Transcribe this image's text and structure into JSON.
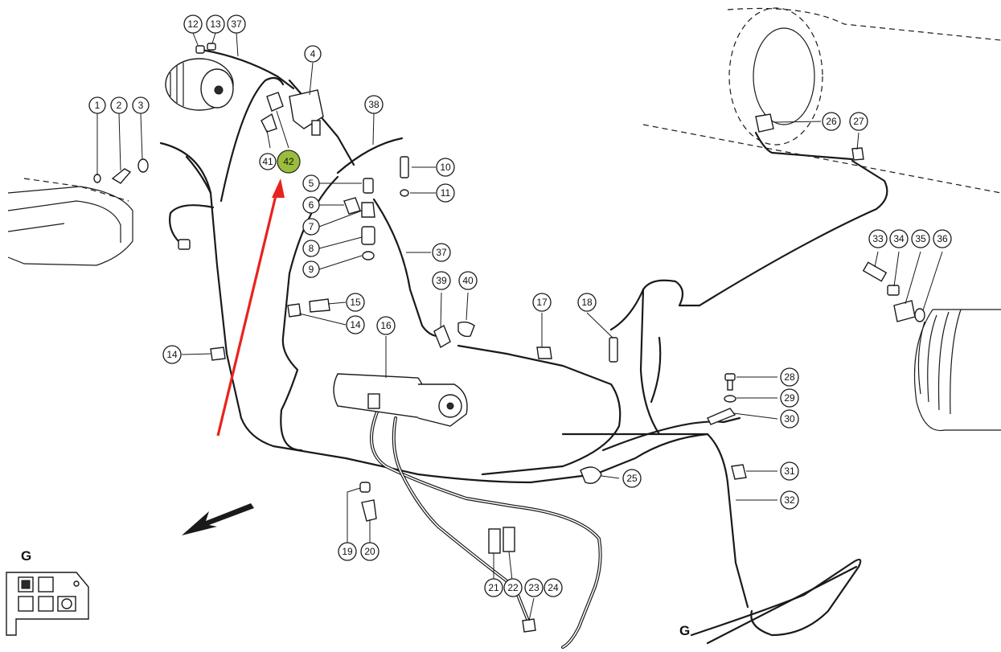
{
  "callouts": [
    {
      "id": "c1",
      "label": "1"
    },
    {
      "id": "c2",
      "label": "2"
    },
    {
      "id": "c3",
      "label": "3"
    },
    {
      "id": "c4",
      "label": "4"
    },
    {
      "id": "c5",
      "label": "5"
    },
    {
      "id": "c6",
      "label": "6"
    },
    {
      "id": "c7",
      "label": "7"
    },
    {
      "id": "c8",
      "label": "8"
    },
    {
      "id": "c9",
      "label": "9"
    },
    {
      "id": "c10",
      "label": "10"
    },
    {
      "id": "c11",
      "label": "11"
    },
    {
      "id": "c12",
      "label": "12"
    },
    {
      "id": "c13",
      "label": "13"
    },
    {
      "id": "c14a",
      "label": "14"
    },
    {
      "id": "c14b",
      "label": "14"
    },
    {
      "id": "c15",
      "label": "15"
    },
    {
      "id": "c16",
      "label": "16"
    },
    {
      "id": "c17",
      "label": "17"
    },
    {
      "id": "c18",
      "label": "18"
    },
    {
      "id": "c19",
      "label": "19"
    },
    {
      "id": "c20",
      "label": "20"
    },
    {
      "id": "c21",
      "label": "21"
    },
    {
      "id": "c22",
      "label": "22"
    },
    {
      "id": "c23",
      "label": "23"
    },
    {
      "id": "c24",
      "label": "24"
    },
    {
      "id": "c25",
      "label": "25"
    },
    {
      "id": "c26",
      "label": "26"
    },
    {
      "id": "c27",
      "label": "27"
    },
    {
      "id": "c28",
      "label": "28"
    },
    {
      "id": "c29",
      "label": "29"
    },
    {
      "id": "c30",
      "label": "30"
    },
    {
      "id": "c31",
      "label": "31"
    },
    {
      "id": "c32",
      "label": "32"
    },
    {
      "id": "c33",
      "label": "33"
    },
    {
      "id": "c34",
      "label": "34"
    },
    {
      "id": "c35",
      "label": "35"
    },
    {
      "id": "c36",
      "label": "36"
    },
    {
      "id": "c37a",
      "label": "37"
    },
    {
      "id": "c37b",
      "label": "37"
    },
    {
      "id": "c38",
      "label": "38"
    },
    {
      "id": "c39",
      "label": "39"
    },
    {
      "id": "c40",
      "label": "40"
    },
    {
      "id": "c41",
      "label": "41"
    },
    {
      "id": "c42",
      "label": "42"
    }
  ],
  "highlighted_part": "42",
  "section_labels": {
    "inset": "G",
    "harness_end": "G"
  },
  "colors": {
    "highlight_fill": "#9bbd3c",
    "pointer_arrow": "#e8231d",
    "ink": "#1a1a1a"
  }
}
